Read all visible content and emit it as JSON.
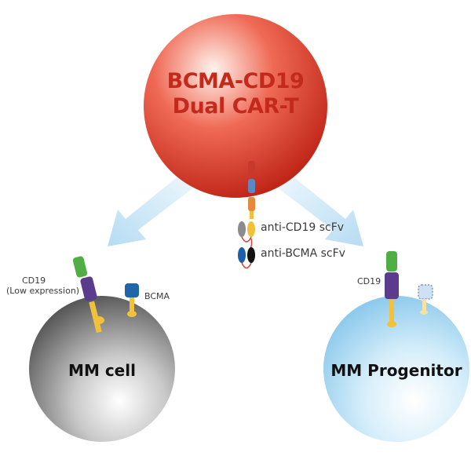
{
  "car_t": {
    "title_line1": "BCMA-CD19",
    "title_line2": "Dual CAR-T"
  },
  "legend": {
    "anti_cd19": "anti-CD19 scFv",
    "anti_bcma": "anti-BCMA scFv"
  },
  "mm_cell": {
    "name": "MM cell",
    "cd19_label": "CD19",
    "cd19_sublabel": "(Low expression)",
    "bcma_label": "BCMA"
  },
  "mm_progenitor": {
    "name": "MM Progenitor",
    "cd19_label": "CD19"
  },
  "colors": {
    "car_t_red": "#d8392a",
    "mm_cell_grey": "#6e6e6e",
    "progenitor_blue": "#9fd3ef",
    "arrow_blue": "#c5e3f5",
    "cd19_green": "#4fae44",
    "receptor_purple": "#5b3c8c",
    "bcma_blue": "#1f66a8",
    "stalk_yellow": "#f2c13b"
  }
}
